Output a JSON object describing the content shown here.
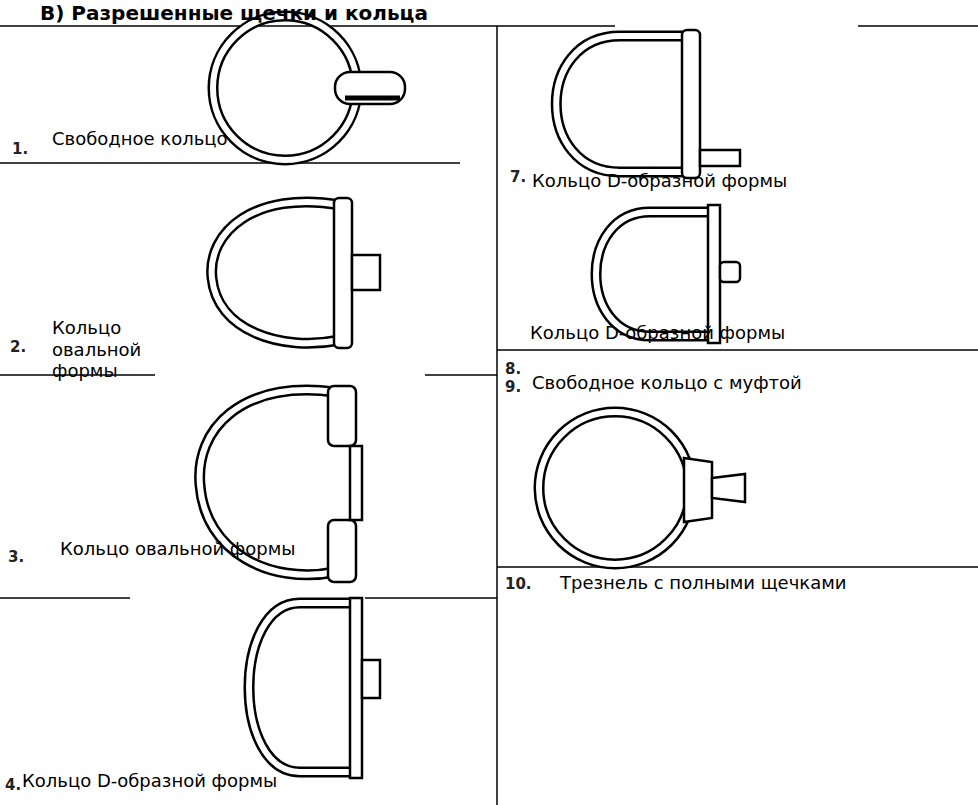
{
  "diagram": {
    "title": "В) Разрешенные щечки и кольца",
    "labels": [
      "1.",
      "Свободное кольцо",
      "2.",
      "Кольцо овальной формы",
      "3.",
      "Кольцо овальной формы",
      "4.",
      "Кольцо D-образной формы",
      "7.",
      "Кольцо D-образной формы",
      "8.",
      "Кольцо D-образной формы",
      "9.",
      "Свободное кольцо с муфтой",
      "10.",
      "Трезнель с полными щечками"
    ]
  }
}
